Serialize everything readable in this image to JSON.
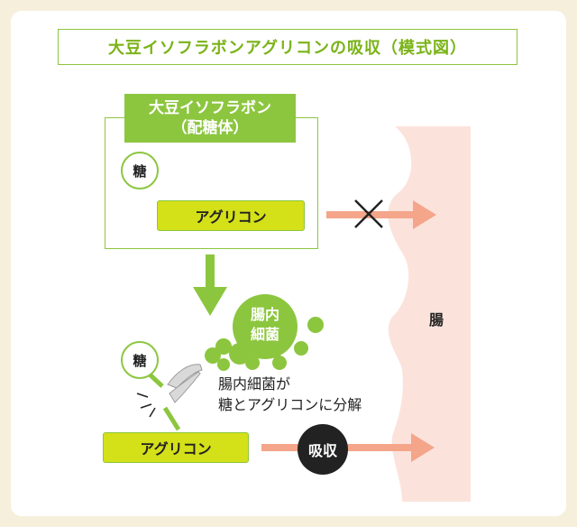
{
  "title": "大豆イソフラボンアグリコンの吸収（模式図）",
  "glycoside": {
    "name": "大豆イソフラボン",
    "subtitle": "（配糖体）",
    "sugar_label": "糖",
    "aglycone_label": "アグリコン"
  },
  "bacteria": {
    "line1": "腸内",
    "line2": "細菌"
  },
  "caption": {
    "line1": "腸内細菌が",
    "line2": "糖とアグリコンに分解"
  },
  "split": {
    "sugar_label": "糖",
    "aglycone_label": "アグリコン"
  },
  "absorb_label": "吸収",
  "intestine_label": "腸",
  "colors": {
    "background": "#f6efdc",
    "green": "#8cc63f",
    "lime": "#d4e018",
    "salmon": "#f4a58a",
    "intestine": "#fbe3dc",
    "dark": "#222222"
  }
}
